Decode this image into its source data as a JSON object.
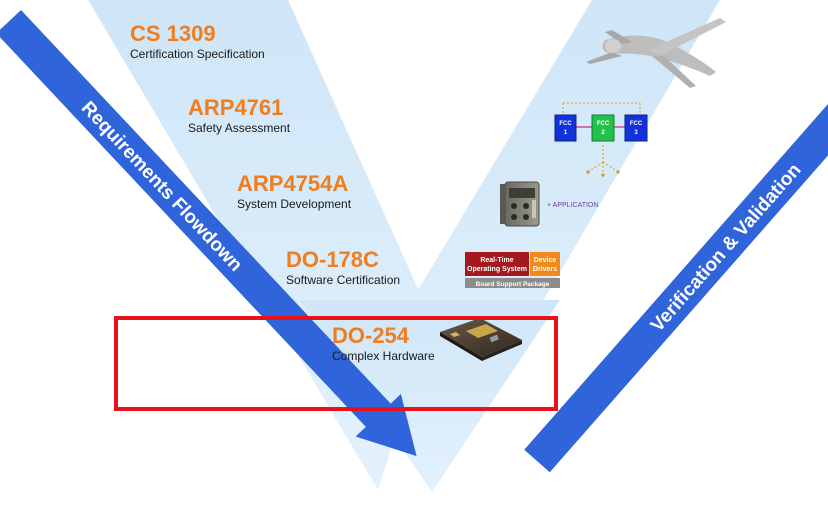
{
  "colors": {
    "v_fill": "#d6ebfa",
    "arrow_blue": "#2f64db",
    "code_orange": "#f07d1e",
    "highlight_red": "#e8121b",
    "fcc_blue": "#1133d9",
    "fcc_green": "#22c24a",
    "rtos_red": "#a3191f",
    "drivers_orange": "#f08a1c",
    "bsp_gray": "#8c8c8c"
  },
  "arrows": {
    "left_label": "Requirements Flowdown",
    "right_label": "Verification & Validation"
  },
  "standards": [
    {
      "code": "CS 1309",
      "desc": "Certification Specification"
    },
    {
      "code": "ARP4761",
      "desc": "Safety Assessment"
    },
    {
      "code": "ARP4754A",
      "desc": "System Development"
    },
    {
      "code": "DO-178C",
      "desc": "Software Certification"
    },
    {
      "code": "DO-254",
      "desc": "Complex Hardware"
    }
  ],
  "fcc": {
    "top": "FCC",
    "units": [
      "1",
      "2",
      "3"
    ]
  },
  "lru": {
    "application_label": "+ APPLICATION"
  },
  "software_stack": {
    "rtos_line1": "Real-Time",
    "rtos_line2": "Operating System",
    "drivers_line1": "Device",
    "drivers_line2": "Drivers",
    "bsp": "Board Support Package"
  },
  "icons": [
    "aircraft-icon",
    "lru-box-icon",
    "circuit-board-icon"
  ]
}
